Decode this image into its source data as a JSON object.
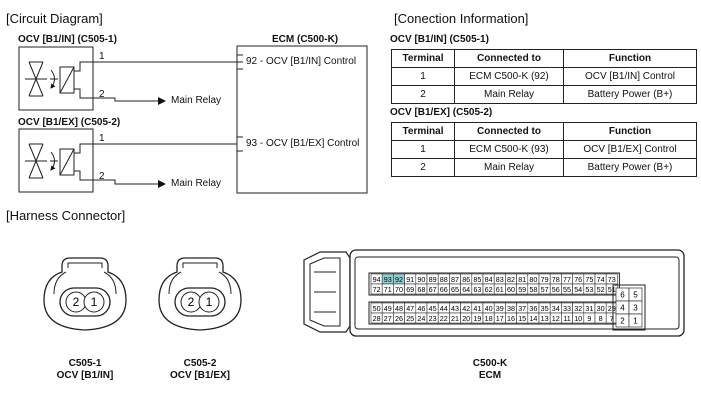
{
  "circuit": {
    "section_title": "[Circuit Diagram]",
    "ocv_in_title": "OCV [B1/IN] (C505-1)",
    "ocv_ex_title": "OCV [B1/EX] (C505-2)",
    "ecm_title": "ECM (C500-K)",
    "pin1": "1",
    "pin2": "2",
    "main_relay": "Main Relay",
    "ecm_in_label": "92 - OCV [B1/IN] Control",
    "ecm_ex_label": "93 - OCV [B1/EX] Control"
  },
  "connection": {
    "section_title": "[Conection Information]",
    "headers": [
      "Terminal",
      "Connected to",
      "Function"
    ],
    "in_title": "OCV [B1/IN] (C505-1)",
    "in_rows": [
      [
        "1",
        "ECM C500-K (92)",
        "OCV [B1/IN] Control"
      ],
      [
        "2",
        "Main Relay",
        "Battery Power (B+)"
      ]
    ],
    "ex_title": "OCV [B1/EX] (C505-2)",
    "ex_rows": [
      [
        "1",
        "ECM C500-K (93)",
        "OCV [B1/EX] Control"
      ],
      [
        "2",
        "Main Relay",
        "Battery Power (B+)"
      ]
    ]
  },
  "harness": {
    "section_title": "[Harness Connector]",
    "c1_line1": "C505-1",
    "c1_line2": "OCV [B1/IN]",
    "c2_line1": "C505-2",
    "c2_line2": "OCV [B1/EX]",
    "pin_left": "2",
    "pin_right": "1",
    "ecm_line1": "C500-K",
    "ecm_line2": "ECM",
    "ecm_row1": [
      "94",
      "93",
      "92",
      "91",
      "90",
      "89",
      "88",
      "87",
      "86",
      "85",
      "84",
      "83",
      "82",
      "81",
      "80",
      "79",
      "78",
      "77",
      "76",
      "75",
      "74",
      "73"
    ],
    "ecm_row2": [
      "72",
      "71",
      "70",
      "69",
      "68",
      "67",
      "66",
      "65",
      "64",
      "63",
      "62",
      "61",
      "60",
      "59",
      "58",
      "57",
      "56",
      "55",
      "54",
      "53",
      "52",
      "51"
    ],
    "ecm_row3": [
      "50",
      "49",
      "48",
      "47",
      "46",
      "45",
      "44",
      "43",
      "42",
      "41",
      "40",
      "39",
      "38",
      "37",
      "36",
      "35",
      "34",
      "33",
      "32",
      "31",
      "30",
      "29"
    ],
    "ecm_row4": [
      "28",
      "27",
      "26",
      "25",
      "24",
      "23",
      "22",
      "21",
      "20",
      "19",
      "18",
      "17",
      "16",
      "15",
      "14",
      "13",
      "12",
      "11",
      "10",
      "9",
      "8",
      "7"
    ],
    "ecm_side": [
      [
        "6",
        "5"
      ],
      [
        "4",
        "3"
      ],
      [
        "2",
        "1"
      ]
    ],
    "highlight_pins": [
      "93",
      "92"
    ],
    "highlight_color": "#8ecfd6"
  }
}
